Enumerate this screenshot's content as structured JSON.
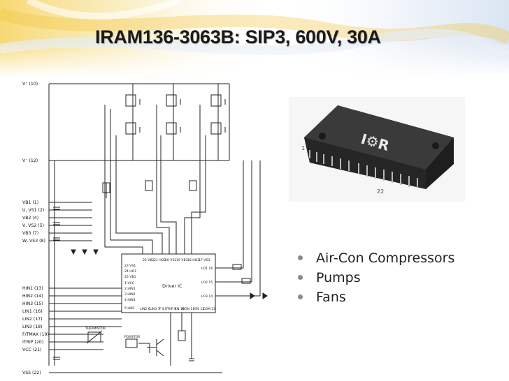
{
  "slide": {
    "title": "IRAM136-3063B: SIP3, 600V, 30A",
    "bullets": [
      {
        "text": "Air-Con Compressors"
      },
      {
        "text": "Pumps"
      },
      {
        "text": "Fans"
      }
    ]
  },
  "schematic": {
    "pins_left": [
      {
        "label": "V⁺ (10)"
      },
      {
        "label": "V⁻ (12)"
      },
      {
        "label": "VB1 (1)"
      },
      {
        "label": "U, VS1 (2)"
      },
      {
        "label": "VB2 (4)"
      },
      {
        "label": "V, VS2 (5)"
      },
      {
        "label": "VB3 (7)"
      },
      {
        "label": "W, VS3 (8)"
      },
      {
        "label": "HIN1 (13)"
      },
      {
        "label": "HIN2 (14)"
      },
      {
        "label": "HIN3 (15)"
      },
      {
        "label": "LIN1 (16)"
      },
      {
        "label": "LIN2 (17)"
      },
      {
        "label": "LIN3 (18)"
      },
      {
        "label": "F/TMAX (19)"
      },
      {
        "label": "ITRIP (20)"
      },
      {
        "label": "VCC (21)"
      },
      {
        "label": "VSS (22)"
      }
    ],
    "driver_label": "Driver IC",
    "driver_left_pins": [
      "23 VS1",
      "24 HO1",
      "25 VB1",
      "1 VCC",
      "2 HIN1",
      "3 HIN2",
      "4 HIN3",
      "5 LIN1"
    ],
    "driver_top_pins": [
      "22 VB2",
      "21 HO2",
      "20 VS2",
      "19 VB3",
      "18 HO3",
      "17 VS3"
    ],
    "driver_right_pins": [
      "LO1 16",
      "LO2 15",
      "LO3 14"
    ],
    "driver_bottom_pins": [
      "LIN2 6",
      "LIN3 7",
      "F 8",
      "ITRIP 9",
      "EN 10",
      "RCIN 11",
      "VSS 12",
      "COM 13"
    ],
    "thermistor_label": "THERMISTOR",
    "positor_label": "POSISTOR"
  },
  "photo": {
    "logo_text": "I⚙R",
    "pin_first": "1",
    "pin_last": "22"
  },
  "colors": {
    "title": "#1a1a1a",
    "bullet_dot": "#8a8a8a",
    "header_glow": "#f0c63a"
  }
}
